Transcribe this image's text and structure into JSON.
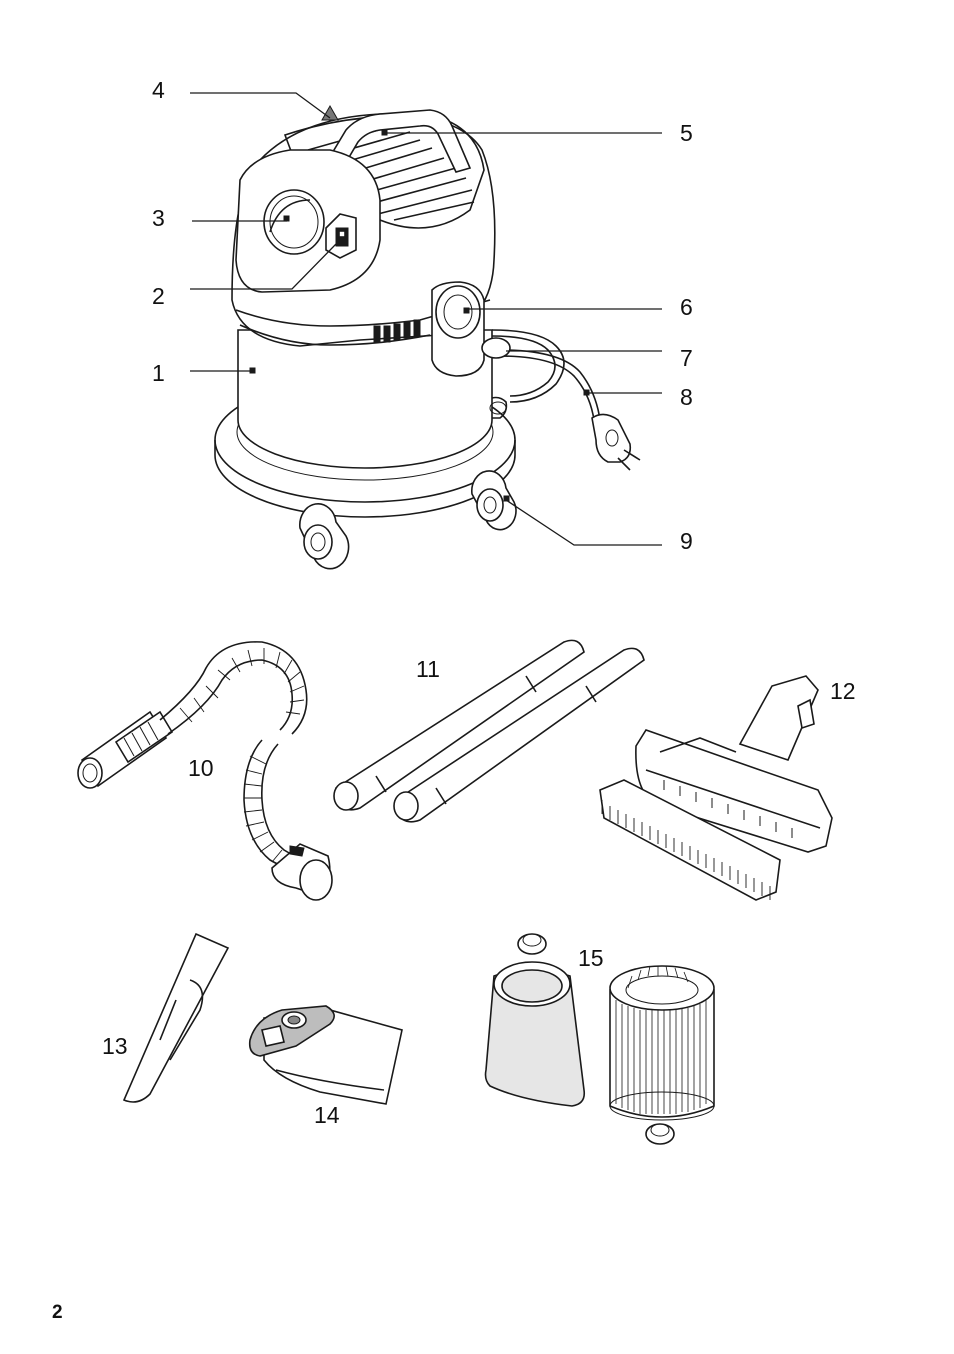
{
  "figure": {
    "callouts": [
      {
        "id": "c1",
        "label": "1"
      },
      {
        "id": "c2",
        "label": "2"
      },
      {
        "id": "c3",
        "label": "3"
      },
      {
        "id": "c4",
        "label": "4"
      },
      {
        "id": "c5",
        "label": "5"
      },
      {
        "id": "c6",
        "label": "6"
      },
      {
        "id": "c7",
        "label": "7"
      },
      {
        "id": "c8",
        "label": "8"
      },
      {
        "id": "c9",
        "label": "9"
      },
      {
        "id": "c10",
        "label": "10"
      },
      {
        "id": "c11",
        "label": "11"
      },
      {
        "id": "c12",
        "label": "12"
      },
      {
        "id": "c13",
        "label": "13"
      },
      {
        "id": "c14",
        "label": "14"
      },
      {
        "id": "c15",
        "label": "15"
      }
    ]
  },
  "page": {
    "number": "2"
  }
}
